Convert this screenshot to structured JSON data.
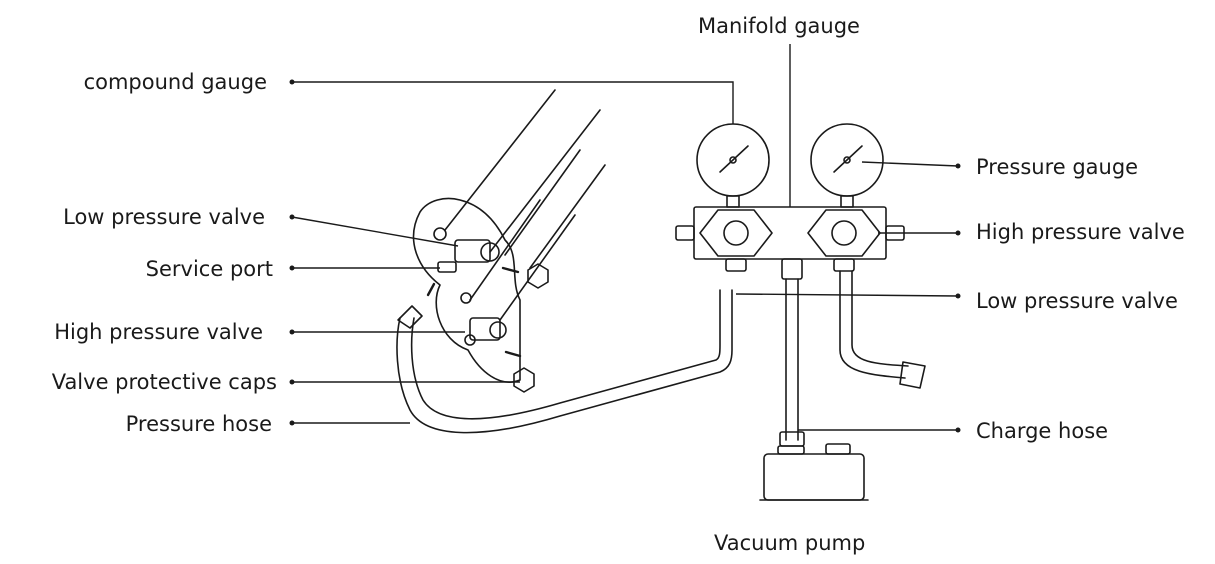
{
  "labels": {
    "compound_gauge": "compound gauge",
    "low_pressure_valve_left": "Low pressure valve",
    "service_port": "Service port",
    "high_pressure_valve_left": "High pressure valve",
    "valve_protective_caps": "Valve protective caps",
    "pressure_hose": "Pressure hose",
    "manifold_gauge": "Manifold gauge",
    "pressure_gauge": "Pressure gauge",
    "high_pressure_valve_right": "High pressure valve",
    "low_pressure_valve_right": "Low pressure valve",
    "charge_hose": "Charge hose",
    "vacuum_pump": "Vacuum pump"
  },
  "colors": {
    "line": "#1a1a1a",
    "background": "#ffffff"
  }
}
